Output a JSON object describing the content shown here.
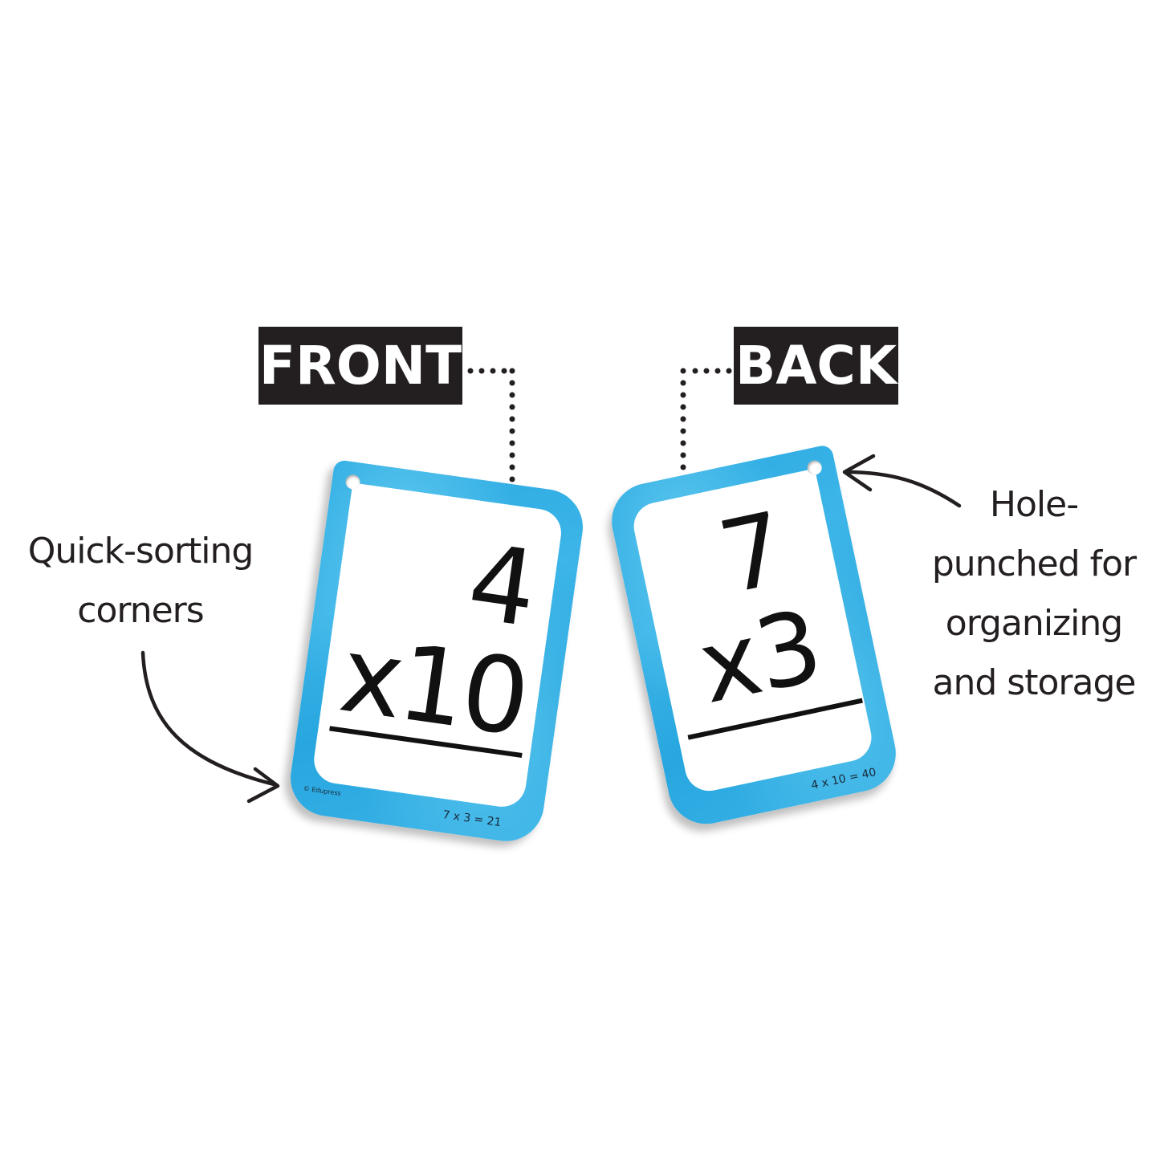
{
  "labels": {
    "front": "FRONT",
    "back": "BACK"
  },
  "callouts": {
    "left": [
      "Quick-sorting",
      "corners"
    ],
    "right": [
      "Hole-",
      "punched for",
      "organizing",
      "and storage"
    ]
  },
  "front_card": {
    "top_number": "4",
    "bottom_number": "x10",
    "footer_answer": "7 x 3 = 21",
    "copyright": "© Edupress"
  },
  "back_card": {
    "top_number": "7",
    "bottom_number": "x3",
    "footer_answer": "4 x 10 = 40"
  },
  "colors": {
    "card_blue": "#2aaae2",
    "label_bg": "#231f20",
    "label_text": "#ffffff",
    "text": "#231f20"
  }
}
